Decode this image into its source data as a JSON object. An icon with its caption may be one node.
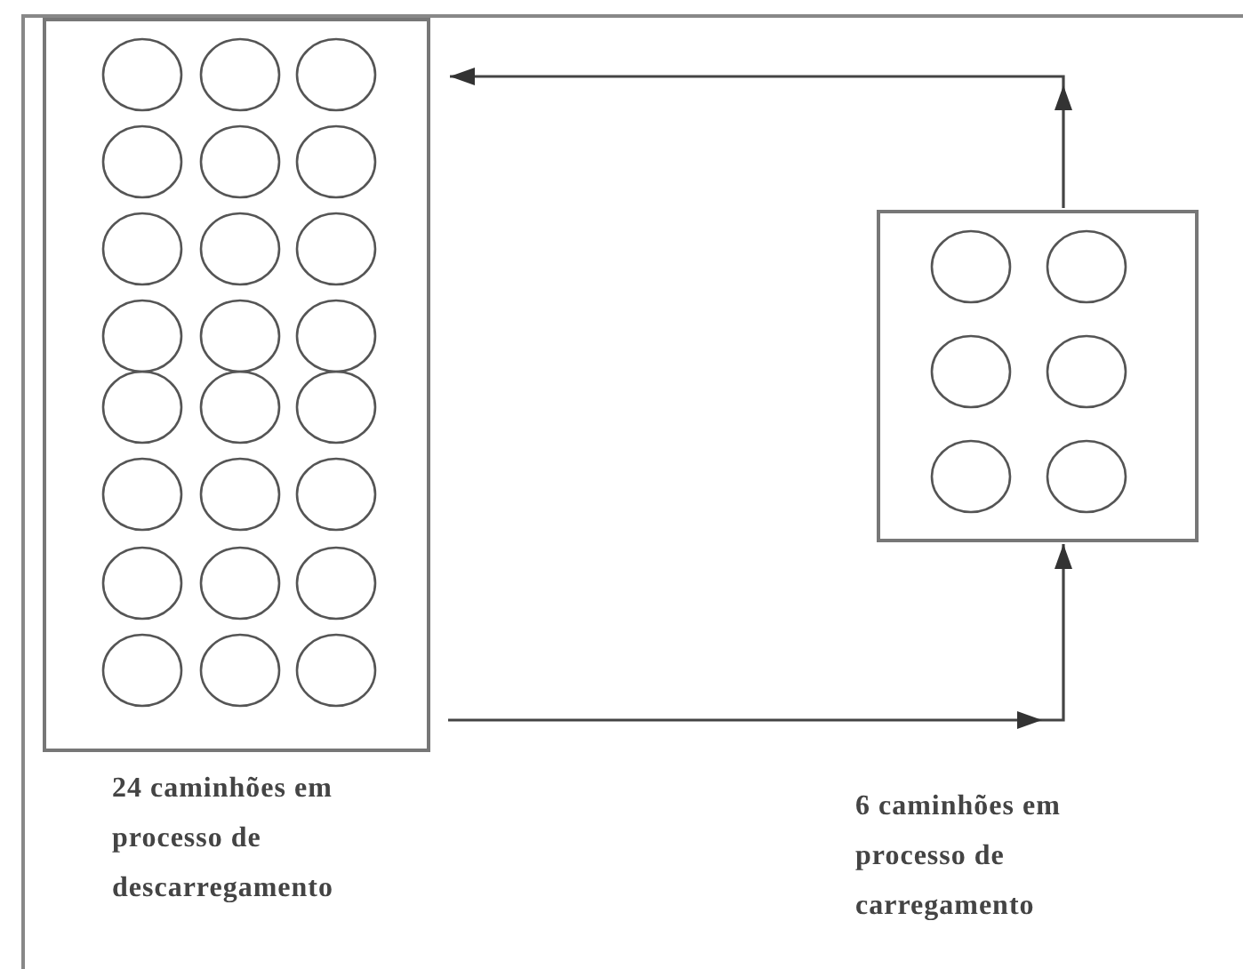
{
  "diagram": {
    "nodes": [
      {
        "text": [],
        "shape": "box"
      },
      {
        "text": [],
        "shape": "box"
      }
    ],
    "edges": [
      {
        "from": 0,
        "to": 1,
        "arrow": "to"
      },
      {
        "from": 1,
        "to": 0,
        "arrow": "to"
      }
    ],
    "labels": [
      "24 caminhões em processo de descarregamento",
      "6 caminhões em processo de carregamento"
    ]
  }
}
